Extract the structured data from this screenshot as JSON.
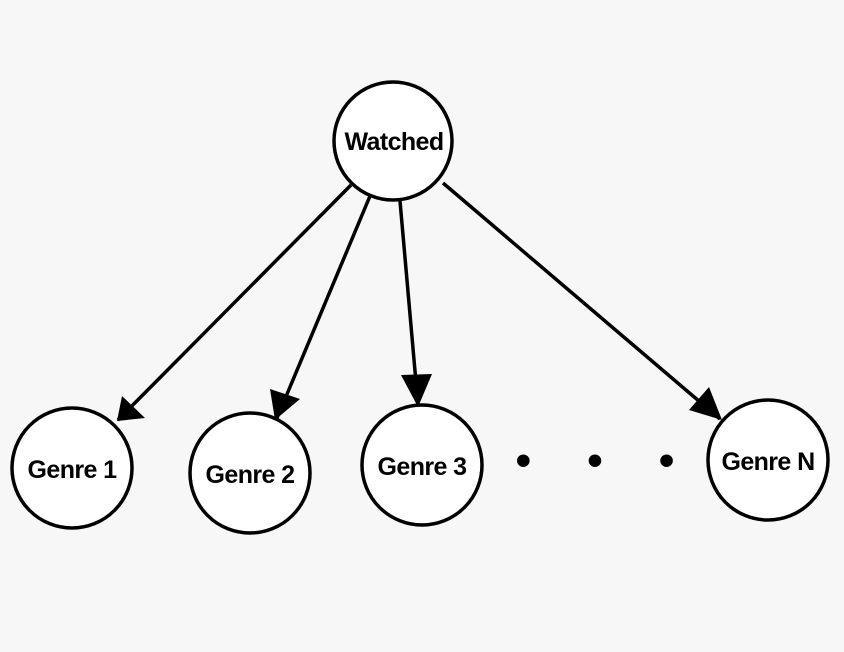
{
  "diagram": {
    "root": {
      "label": "Watched"
    },
    "children": [
      {
        "label": "Genre 1"
      },
      {
        "label": "Genre 2"
      },
      {
        "label": "Genre 3"
      },
      {
        "label": "Genre N"
      }
    ],
    "ellipsis": "• • •"
  },
  "colors": {
    "background": "#f7f7f7",
    "node_fill": "#ffffff",
    "stroke": "#000000"
  }
}
